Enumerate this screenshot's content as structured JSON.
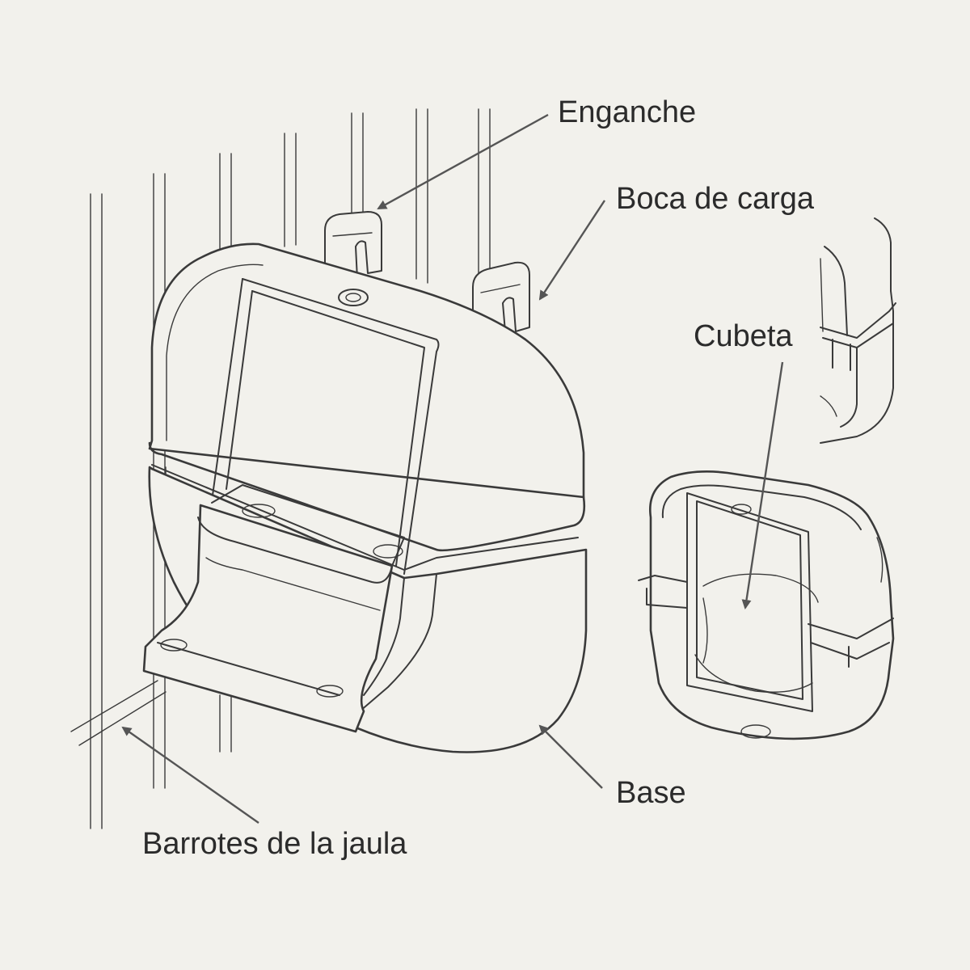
{
  "labels": {
    "enganche": "Enganche",
    "boca_de_carga": "Boca de carga",
    "cubeta": "Cubeta",
    "base": "Base",
    "barrotes": "Barrotes de la jaula"
  },
  "colors": {
    "background": "#f2f1ec",
    "line": "#3a3a3a",
    "leader": "#555555"
  }
}
